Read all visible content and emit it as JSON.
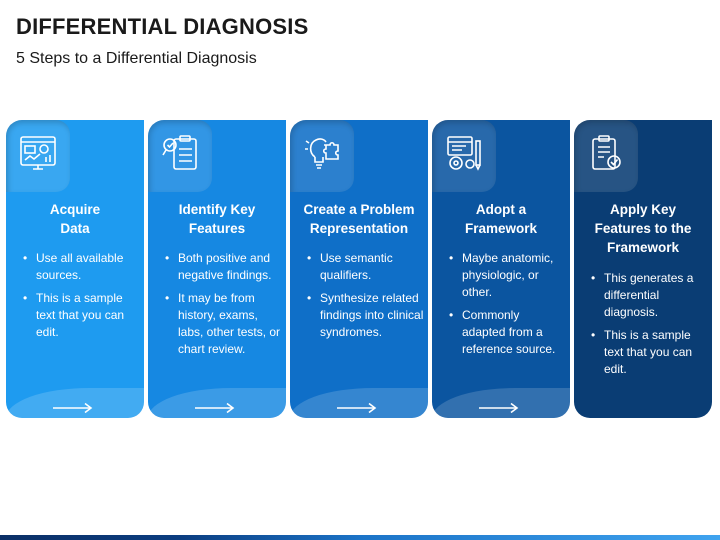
{
  "title": "DIFFERENTIAL DIAGNOSIS",
  "subtitle": "5 Steps to a Differential Diagnosis",
  "steps": [
    {
      "heading": "Acquire\nData",
      "icon": "data-dashboard-icon",
      "color": "#1e9bf0",
      "bullets": [
        "Use all available sources.",
        "This is a sample text that you can edit."
      ]
    },
    {
      "heading": "Identify Key\nFeatures",
      "icon": "clipboard-search-icon",
      "color": "#1688e2",
      "bullets": [
        "Both positive and negative findings.",
        "It may be from history, exams, labs, other tests, or chart review."
      ]
    },
    {
      "heading": "Create a Problem\nRepresentation",
      "icon": "lightbulb-puzzle-icon",
      "color": "#0f6fc8",
      "bullets": [
        "Use semantic qualifiers.",
        "Synthesize related findings into clinical syndromes."
      ]
    },
    {
      "heading": "Adopt a\nFramework",
      "icon": "framework-gears-icon",
      "color": "#0b55a0",
      "bullets": [
        "Maybe anatomic, physiologic, or other.",
        "Commonly adapted from a reference source."
      ]
    },
    {
      "heading": "Apply Key\nFeatures to the\nFramework",
      "icon": "checklist-icon",
      "color": "#0a3d74",
      "bullets": [
        "This generates a differential diagnosis.",
        "This is a sample text that you can edit."
      ]
    }
  ]
}
